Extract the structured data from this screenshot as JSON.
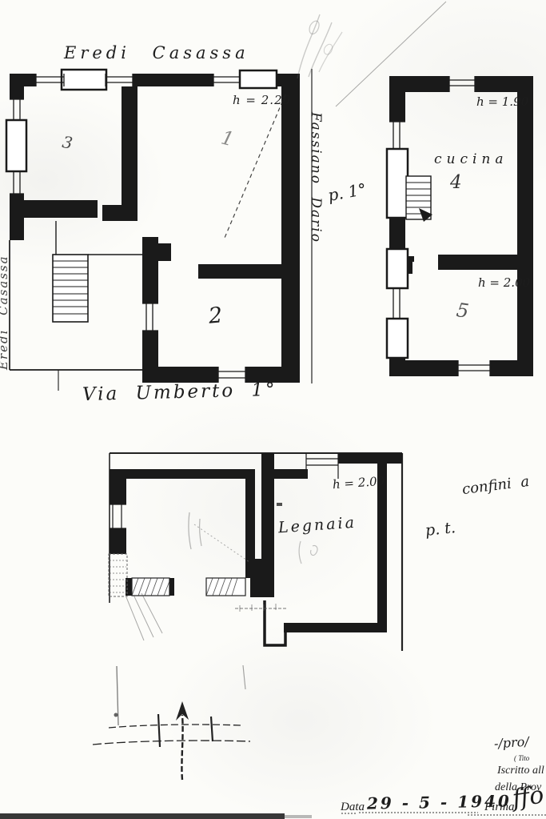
{
  "plan_document": {
    "top_owner_label": "Eredi Casassa",
    "left_owner_label": "Eredi Casassa",
    "right_boundary_owner_label": "Fassiano Dario",
    "street_label": "Via Umberto 1°",
    "first_floor_label": "p. 1°",
    "ground_floor_label": "p. t.",
    "boundary_note": "confini a"
  },
  "first_floor_plan": {
    "height_note": "h = 2.20",
    "room_1": "1",
    "room_2": "2",
    "room_3": "3"
  },
  "annex_plan": {
    "kitchen_label": "cucina",
    "kitchen_height_note": "h = 1.90",
    "room_4": "4",
    "room_5": "5",
    "room_5_height_note": "h = 2.00"
  },
  "ground_floor_plan": {
    "woodshed_label": "Legnaia",
    "height_note": "h = 2.00"
  },
  "signature_block": {
    "profession_note": "-/pro/",
    "profession_caption": "( Tito",
    "registration_line_1": "Iscritto all",
    "registration_line_2": "della Prov",
    "date_label": "Data",
    "date_value": "29 - 5 - 1940",
    "signature_label": "Firma",
    "signature_scribble": "ffo"
  }
}
